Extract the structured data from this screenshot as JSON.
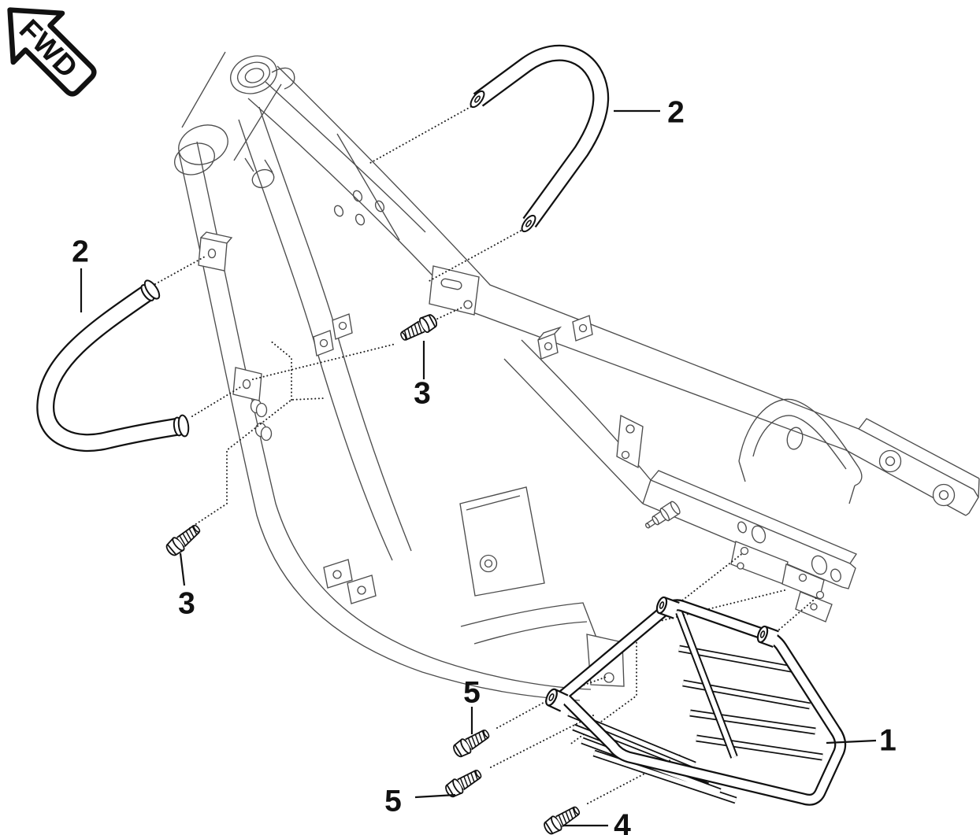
{
  "badge": {
    "label": "FWD"
  },
  "callouts": [
    {
      "id": "callout-footboard",
      "label": "1"
    },
    {
      "id": "callout-grab-bar-rear",
      "label": "2"
    },
    {
      "id": "callout-grab-bar-front",
      "label": "2"
    },
    {
      "id": "callout-grab-bar-bolt-upper",
      "label": "3"
    },
    {
      "id": "callout-grab-bar-bolt-lower",
      "label": "3"
    },
    {
      "id": "callout-footboard-bolt-bottom",
      "label": "4"
    },
    {
      "id": "callout-footboard-bolt-upper",
      "label": "5"
    },
    {
      "id": "callout-footboard-bolt-lower",
      "label": "5"
    }
  ],
  "colors": {
    "background": "#ffffff",
    "part_line": "#111111",
    "frame_line": "#4d4d4d"
  }
}
